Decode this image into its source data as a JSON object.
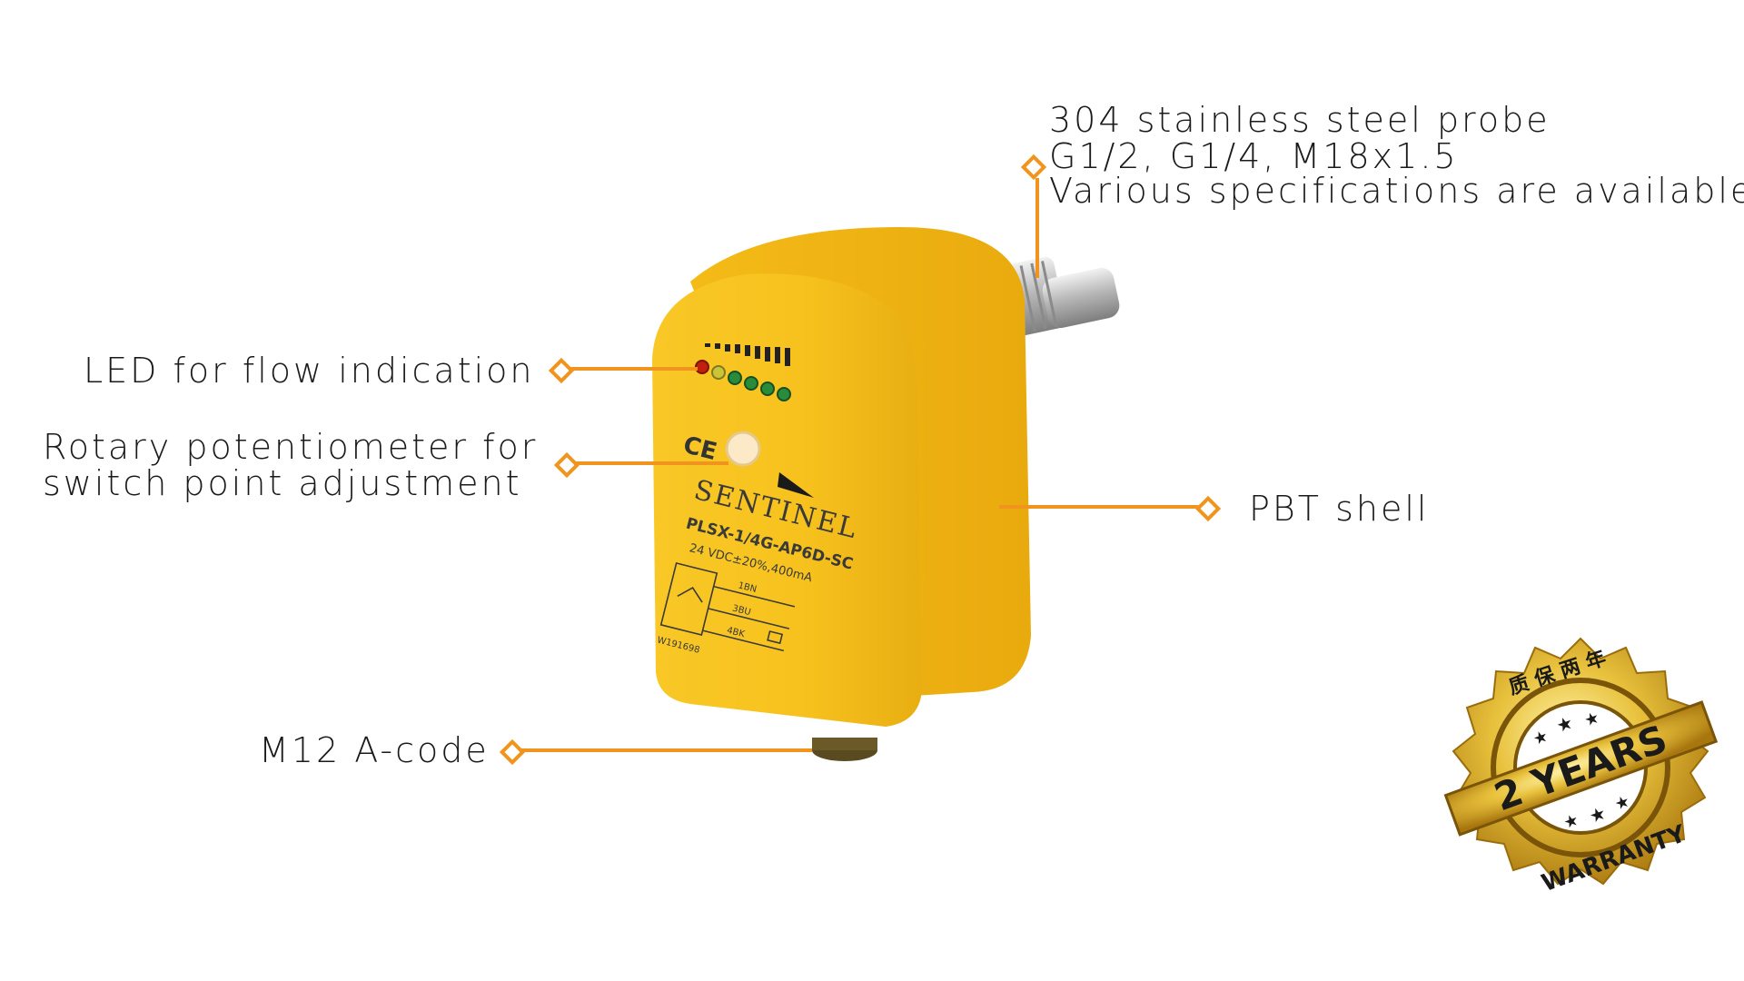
{
  "callouts": {
    "probe": {
      "line1": "304 stainless steel probe",
      "line2": "G1/2, G1/4, M18x1.5",
      "line3": "Various specifications are available"
    },
    "led": "LED for flow indication",
    "potentiometer": {
      "line1": "Rotary  potentiometer  for",
      "line2": "switch point adjustment"
    },
    "shell": "PBT shell",
    "connector": "M12 A-code"
  },
  "device": {
    "ce_mark": "CE",
    "brand": "SENTINEL",
    "model": "PLSX-1/4G-AP6D-SC",
    "rating": "24 VDC±20%,400mA",
    "wire_1": "1BN",
    "wire_3": "3BU",
    "wire_4": "4BK",
    "serial": "W191698"
  },
  "badge": {
    "chinese": "质 保 两 年",
    "years": "2 YEARS",
    "warranty": "WARRANTY"
  },
  "colors": {
    "accent": "#f0941e",
    "housing": "#f7c21e",
    "gold": "#d9a81c"
  }
}
